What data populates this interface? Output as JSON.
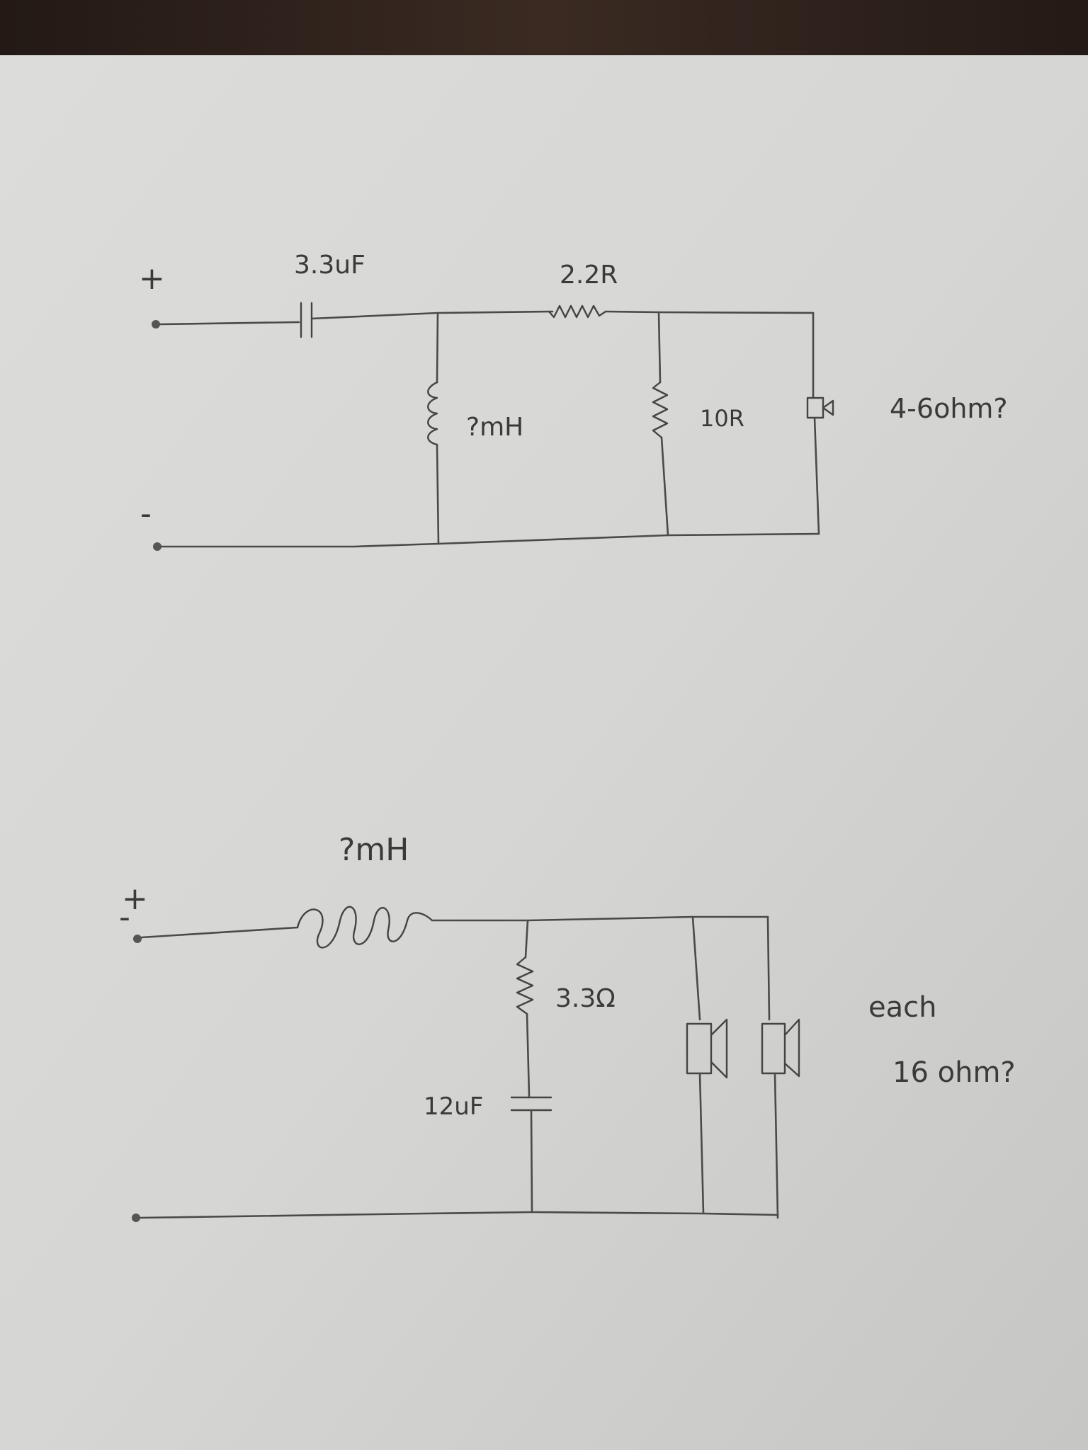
{
  "colors": {
    "desk": "#2b1f1a",
    "paper": "#d9d9d7",
    "ink": "#444444"
  },
  "circuit_top": {
    "plus_sign": "+",
    "minus_sign": "-",
    "capacitor_label": "3.3uF",
    "series_resistor_label": "2.2R",
    "inductor_label": "?mH",
    "shunt_resistor_label": "10R",
    "speaker_label": "4-6ohm?"
  },
  "circuit_bottom": {
    "plus_sign": "+",
    "minus_sign": "-",
    "inductor_label": "?mH",
    "resistor_label": "3.3Ω",
    "capacitor_label": "12uF",
    "speaker_note_line1": "each",
    "speaker_note_line2": "16 ohm?"
  }
}
